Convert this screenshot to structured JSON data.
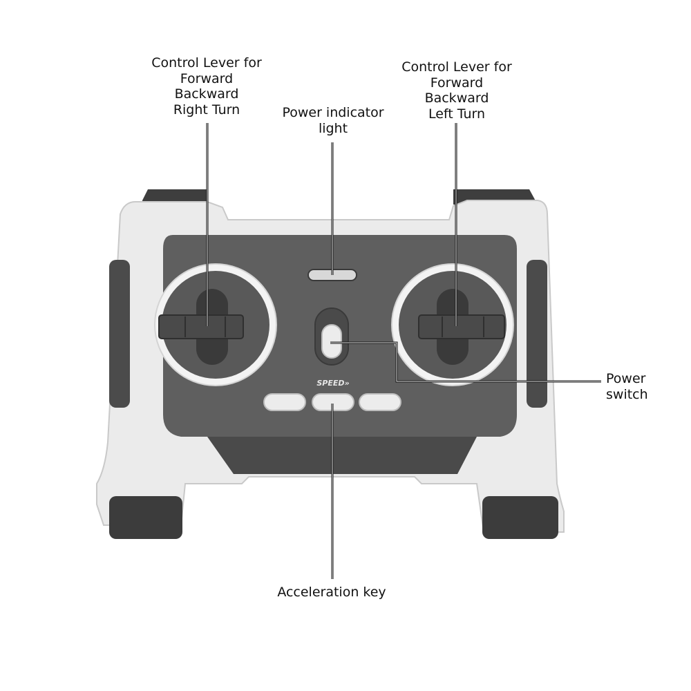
{
  "callouts": {
    "left_lever": [
      "Control Lever for",
      "Forward",
      "Backward",
      "Right Turn"
    ],
    "right_lever": [
      "Control Lever for",
      "Forward",
      "Backward",
      "Left Turn"
    ],
    "power_indicator": [
      "Power indicator",
      "light"
    ],
    "power_switch": "Power switch",
    "acceleration_key": "Acceleration key"
  },
  "controller": {
    "speed_label": "SPEED»",
    "colors": {
      "shell": "#ebebeb",
      "shell_edge": "#c9c9c9",
      "panel": "#5f5f5f",
      "panel_dark": "#4a4a4a",
      "ring": "#f3f3f3",
      "button": "#ececec",
      "grip": "#3c3c3c",
      "leader": "#111111"
    }
  }
}
